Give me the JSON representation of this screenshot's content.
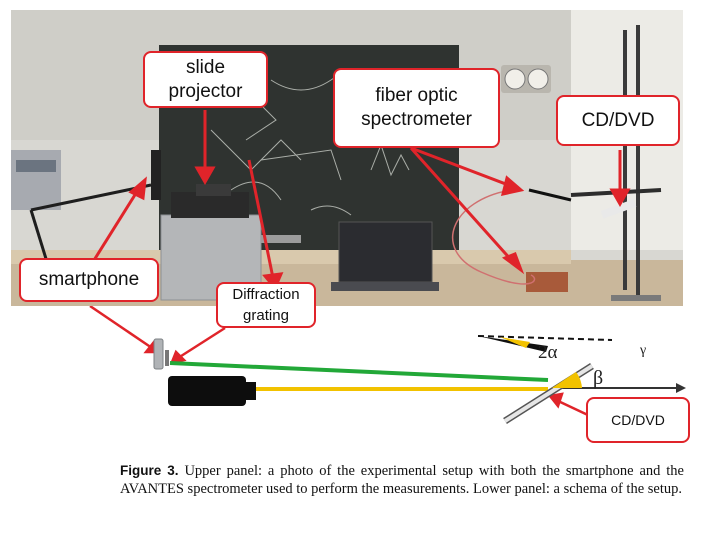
{
  "photo": {
    "labels": {
      "slide_projector": "slide\nprojector",
      "fiber_optic_spectrometer": "fiber optic\nspectrometer",
      "cd_dvd_top": "CD/DVD",
      "smartphone": "smartphone",
      "diffraction_grating": "Diffraction\ngrating"
    }
  },
  "schema": {
    "labels": {
      "angle_2alpha": "2α",
      "angle_gamma": "γ",
      "angle_beta": "β",
      "cd_dvd": "CD/DVD"
    }
  },
  "caption": {
    "label": "Figure 3.",
    "text": " Upper panel: a photo of the experimental setup with both the smartphone and the AVANTES spectrometer used to perform the measurements. Lower panel: a schema of the setup."
  },
  "colors": {
    "callout_border": "#e0242a",
    "arrow": "#e0242a",
    "green_beam": "#22a838",
    "yellow_beam": "#f2c200"
  }
}
